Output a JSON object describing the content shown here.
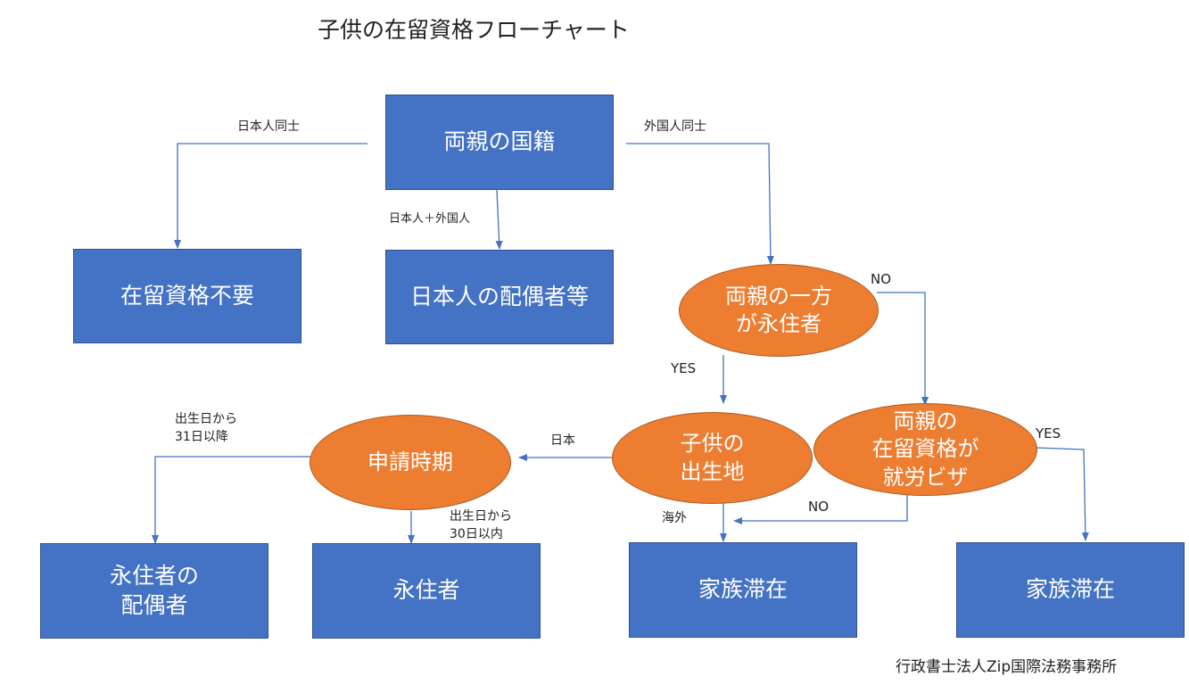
{
  "title": "子供の在留資格フローチャート",
  "footer": "行政書士法人Zip国際法務事務所",
  "colors": {
    "box_fill": "#4472C4",
    "oval_fill": "#ED7D31",
    "connector": "#4472C4"
  },
  "nodes": {
    "parents_nationality": "両親の国籍",
    "no_status_needed": "在留資格不要",
    "spouse_of_japanese": "日本人の配偶者等",
    "one_parent_pr": "両親の一方\nが永住者",
    "birthplace": "子供の\n出生地",
    "parents_work_visa": "両親の\n在留資格が\n就労ビザ",
    "application_timing": "申請時期",
    "spouse_of_pr": "永住者の\n配偶者",
    "permanent_resident": "永住者",
    "family_stay_1": "家族滞在",
    "family_stay_2": "家族滞在"
  },
  "edge_labels": {
    "both_japanese": "日本人同士",
    "both_foreign": "外国人同士",
    "japanese_foreign": "日本人＋外国人",
    "no_pr": "NO",
    "yes_pr": "YES",
    "born_japan": "日本",
    "born_abroad": "海外",
    "work_yes": "YES",
    "work_no": "NO",
    "after_31": "出生日から\n31日以降",
    "within_30": "出生日から\n30日以内"
  }
}
